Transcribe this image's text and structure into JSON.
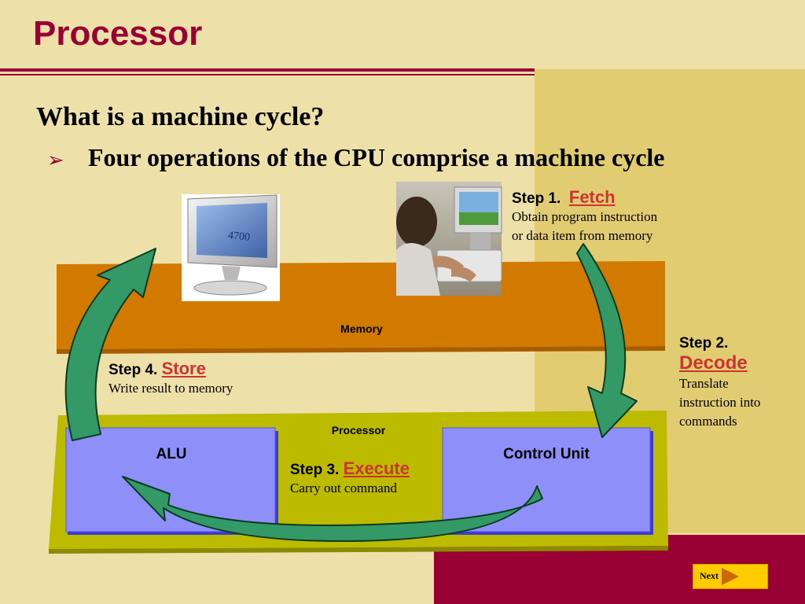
{
  "slide": {
    "title": "Processor",
    "heading": "What is a machine cycle?",
    "bullet_marker": "➢",
    "bullet": "Four operations of the CPU comprise a machine cycle"
  },
  "monitor_display_value": "4700",
  "memory_label": "Memory",
  "processor_label": "Processor",
  "alu_label": "ALU",
  "control_unit_label": "Control Unit",
  "steps": {
    "fetch": {
      "prefix": "Step 1.",
      "word": "Fetch",
      "desc_line1": "Obtain program instruction",
      "desc_line2": "or data item from memory"
    },
    "decode": {
      "prefix": "Step 2.",
      "word": "Decode",
      "desc_line1": "Translate",
      "desc_line2": "instruction into",
      "desc_line3": "commands"
    },
    "execute": {
      "prefix": "Step 3.",
      "word": "Execute",
      "desc": "Carry out command"
    },
    "store": {
      "prefix": "Step 4.",
      "word": "Store",
      "desc": "Write result to memory"
    }
  },
  "navigation": {
    "next_label": "Next"
  },
  "colors": {
    "title": "#990033",
    "background": "#ede0a9",
    "panel": "#e2cc72",
    "memory_bar": "#d27a00",
    "processor_board": "#bdbb00",
    "unit_box": "#8f8ff9",
    "cycle_arrow": "#339966",
    "step_word": "#cc3333",
    "next_button": "#ffcc00"
  }
}
